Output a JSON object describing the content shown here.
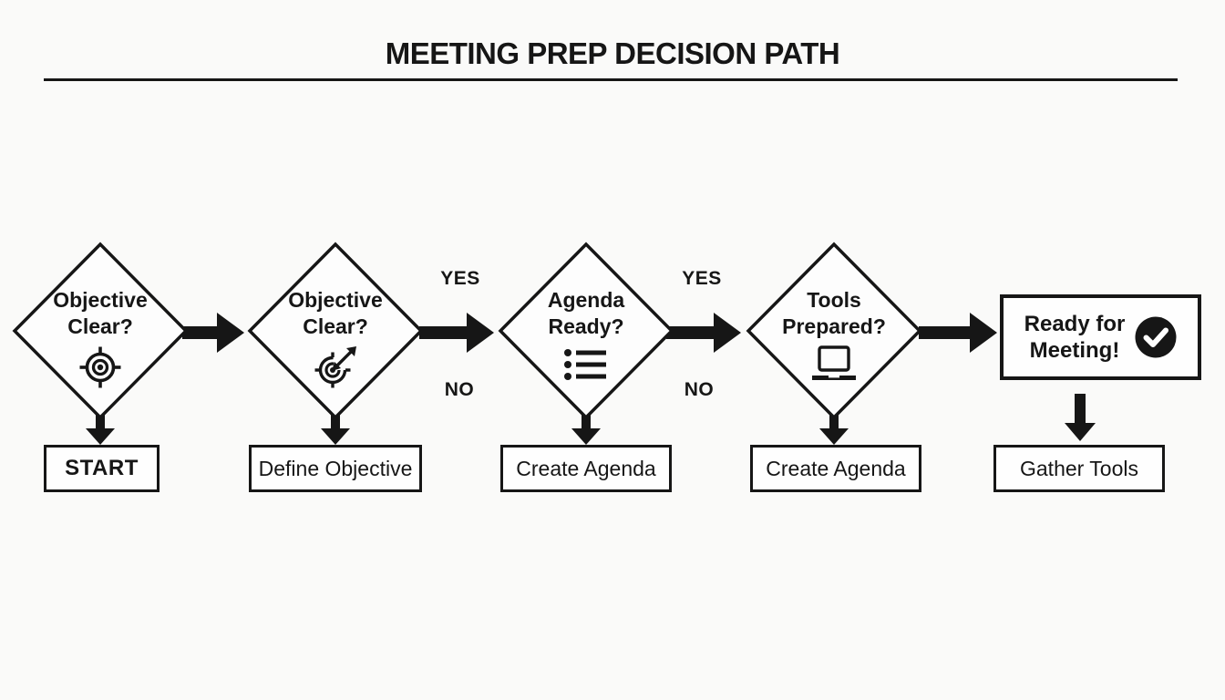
{
  "header": {
    "title": "MEETING PREP DECISION PATH"
  },
  "flow": {
    "labels": {
      "yes": "YES",
      "no": "NO"
    },
    "decisions": [
      {
        "question_line1": "Objective",
        "question_line2": "Clear?",
        "icon": "target-crosshair-icon",
        "action": "START"
      },
      {
        "question_line1": "Objective",
        "question_line2": "Clear?",
        "icon": "target-dart-icon",
        "action": "Define Objective"
      },
      {
        "question_line1": "Agenda",
        "question_line2": "Ready?",
        "icon": "bulleted-list-icon",
        "action": "Create Agenda"
      },
      {
        "question_line1": "Tools",
        "question_line2": "Prepared?",
        "icon": "laptop-icon",
        "action": "Create Agenda"
      }
    ],
    "end": {
      "line1": "Ready for",
      "line2": "Meeting!",
      "icon": "check-circle-icon",
      "action": "Gather Tools"
    }
  },
  "colors": {
    "ink": "#161616",
    "background": "#fafaf9",
    "node_fill": "#fdfdfd"
  }
}
